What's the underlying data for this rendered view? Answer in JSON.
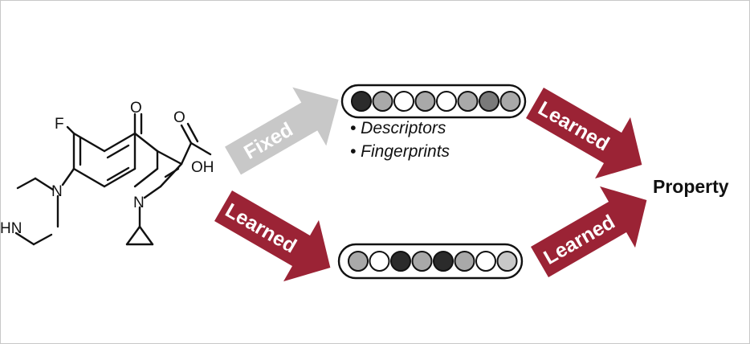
{
  "molecule": {
    "atoms": {
      "fluorine": "F",
      "ketone_oxygen": "O",
      "acid_oxygen": "O",
      "hydroxyl": "OH",
      "ring_nitrogen": "N",
      "piperazine_n": "N",
      "piperazine_nh": "HN"
    }
  },
  "arrows": {
    "fixed": {
      "label": "Fixed",
      "color": "#c8c8c8"
    },
    "learned_encode": {
      "label": "Learned",
      "color": "#9b2335"
    },
    "learned_top": {
      "label": "Learned",
      "color": "#9b2335"
    },
    "learned_bottom": {
      "label": "Learned",
      "color": "#9b2335"
    }
  },
  "vectors": {
    "fixed": {
      "cells": [
        "#2b2b2b",
        "#a9a9a9",
        "#ffffff",
        "#a9a9a9",
        "#ffffff",
        "#a9a9a9",
        "#7a7a7a",
        "#a9a9a9"
      ]
    },
    "learned": {
      "cells": [
        "#a9a9a9",
        "#ffffff",
        "#2b2b2b",
        "#a9a9a9",
        "#2b2b2b",
        "#a9a9a9",
        "#ffffff",
        "#c8c8c8"
      ]
    }
  },
  "fixed_types": [
    "• Descriptors",
    "• Fingerprints"
  ],
  "output_label": "Property"
}
